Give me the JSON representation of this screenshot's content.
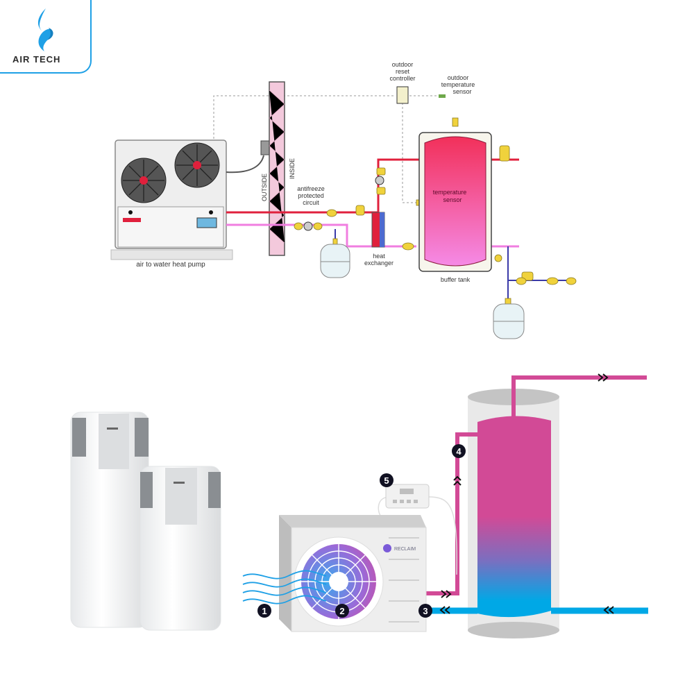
{
  "brand": {
    "logo_text": "AIR TECH",
    "accent_color": "#1ea0e6"
  },
  "diagram_top": {
    "labels": {
      "outdoor_reset_controller": [
        "outdoor",
        "reset",
        "controller"
      ],
      "outdoor_temperature_sensor": [
        "outdoor",
        "temperature",
        "sensor"
      ],
      "outside": "OUTSIDE",
      "inside": "INSIDE",
      "antifreeze_circuit": [
        "antifreeze",
        "protected",
        "circuit"
      ],
      "heat_exchanger": [
        "heat",
        "exchanger"
      ],
      "temperature_sensor": [
        "temperature",
        "sensor"
      ],
      "buffer_tank": "buffer tank",
      "air_to_water_heat_pump": "air to water heat pump"
    },
    "colors": {
      "hot_pipe": "#e0203c",
      "cool_pipe": "#f07ee0",
      "tank_top": "#f2305a",
      "tank_bottom": "#f58ae6",
      "fitting": "#f0d23c",
      "wall_hatch": "#f3c9dc"
    }
  },
  "diagram_bottom": {
    "brand_label": "RECLAIM",
    "markers": [
      "1",
      "2",
      "3",
      "4",
      "5"
    ],
    "colors": {
      "hot_pipe": "#d24a96",
      "cold_pipe": "#00a8e6",
      "tank_shell": "#e9e9e9",
      "marker_fill": "#111122"
    }
  }
}
